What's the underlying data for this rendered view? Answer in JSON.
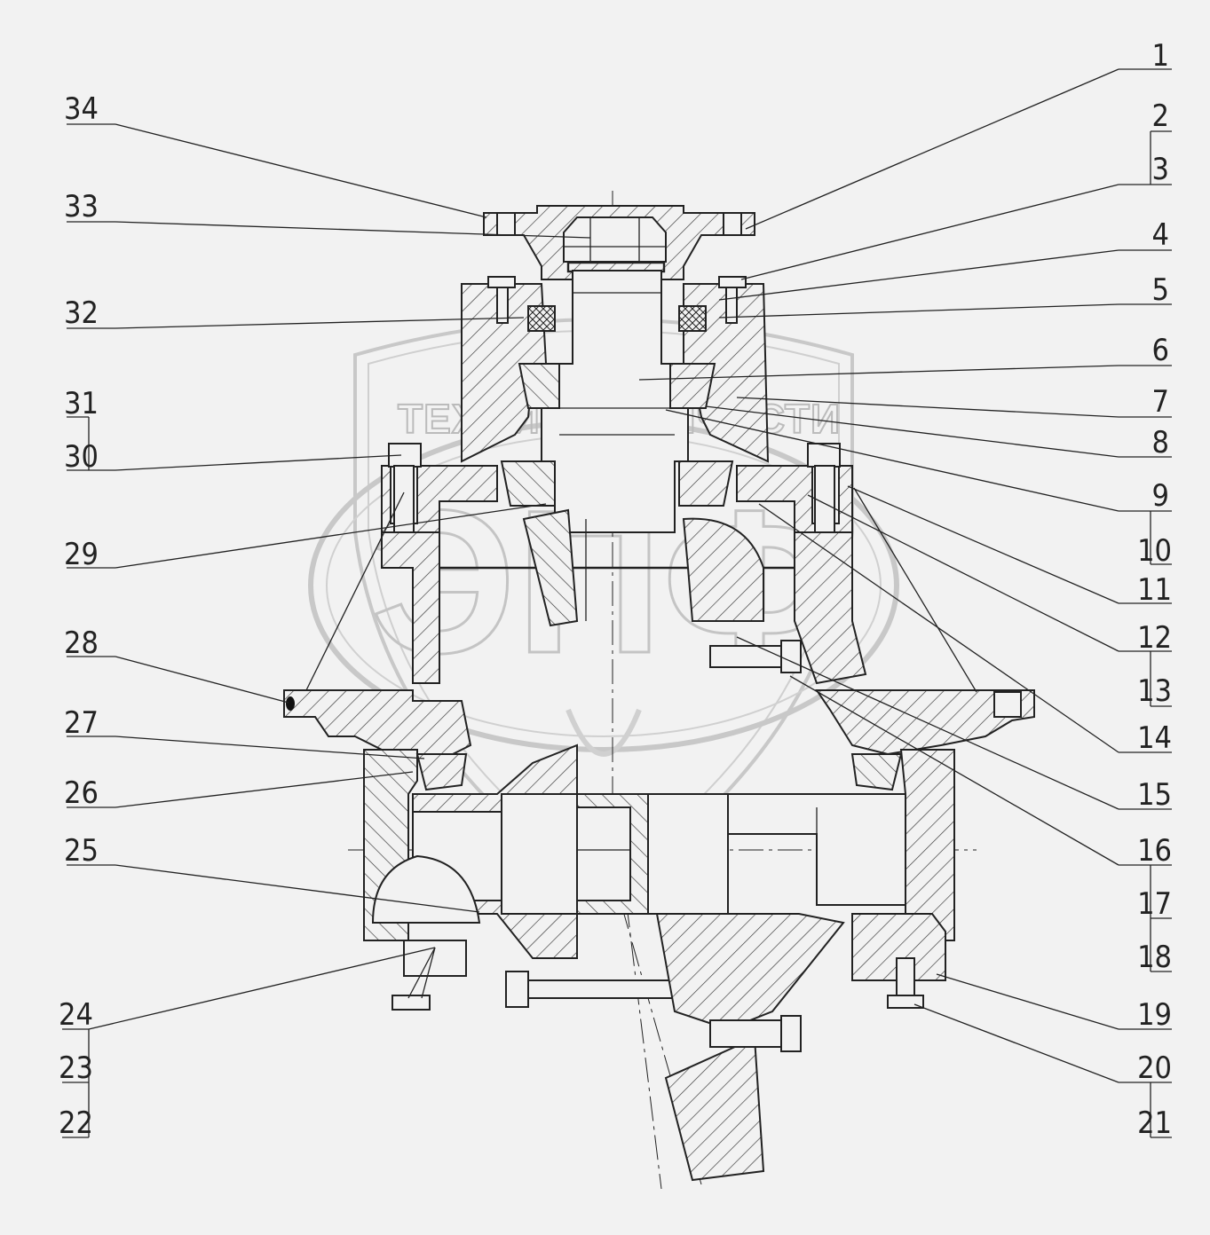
{
  "watermark": {
    "left_word": "ТЕХНИКА",
    "right_word": "ЗАПЧАСТИ",
    "big_letters": "ЭПФ"
  },
  "callouts_left": [
    "34",
    "33",
    "32",
    "31",
    "30",
    "29",
    "28",
    "27",
    "26",
    "25",
    "24",
    "23",
    "22"
  ],
  "callouts_right": [
    "1",
    "2",
    "3",
    "4",
    "5",
    "6",
    "7",
    "8",
    "9",
    "10",
    "11",
    "12",
    "13",
    "14",
    "15",
    "16",
    "17",
    "18",
    "19",
    "20",
    "21"
  ]
}
